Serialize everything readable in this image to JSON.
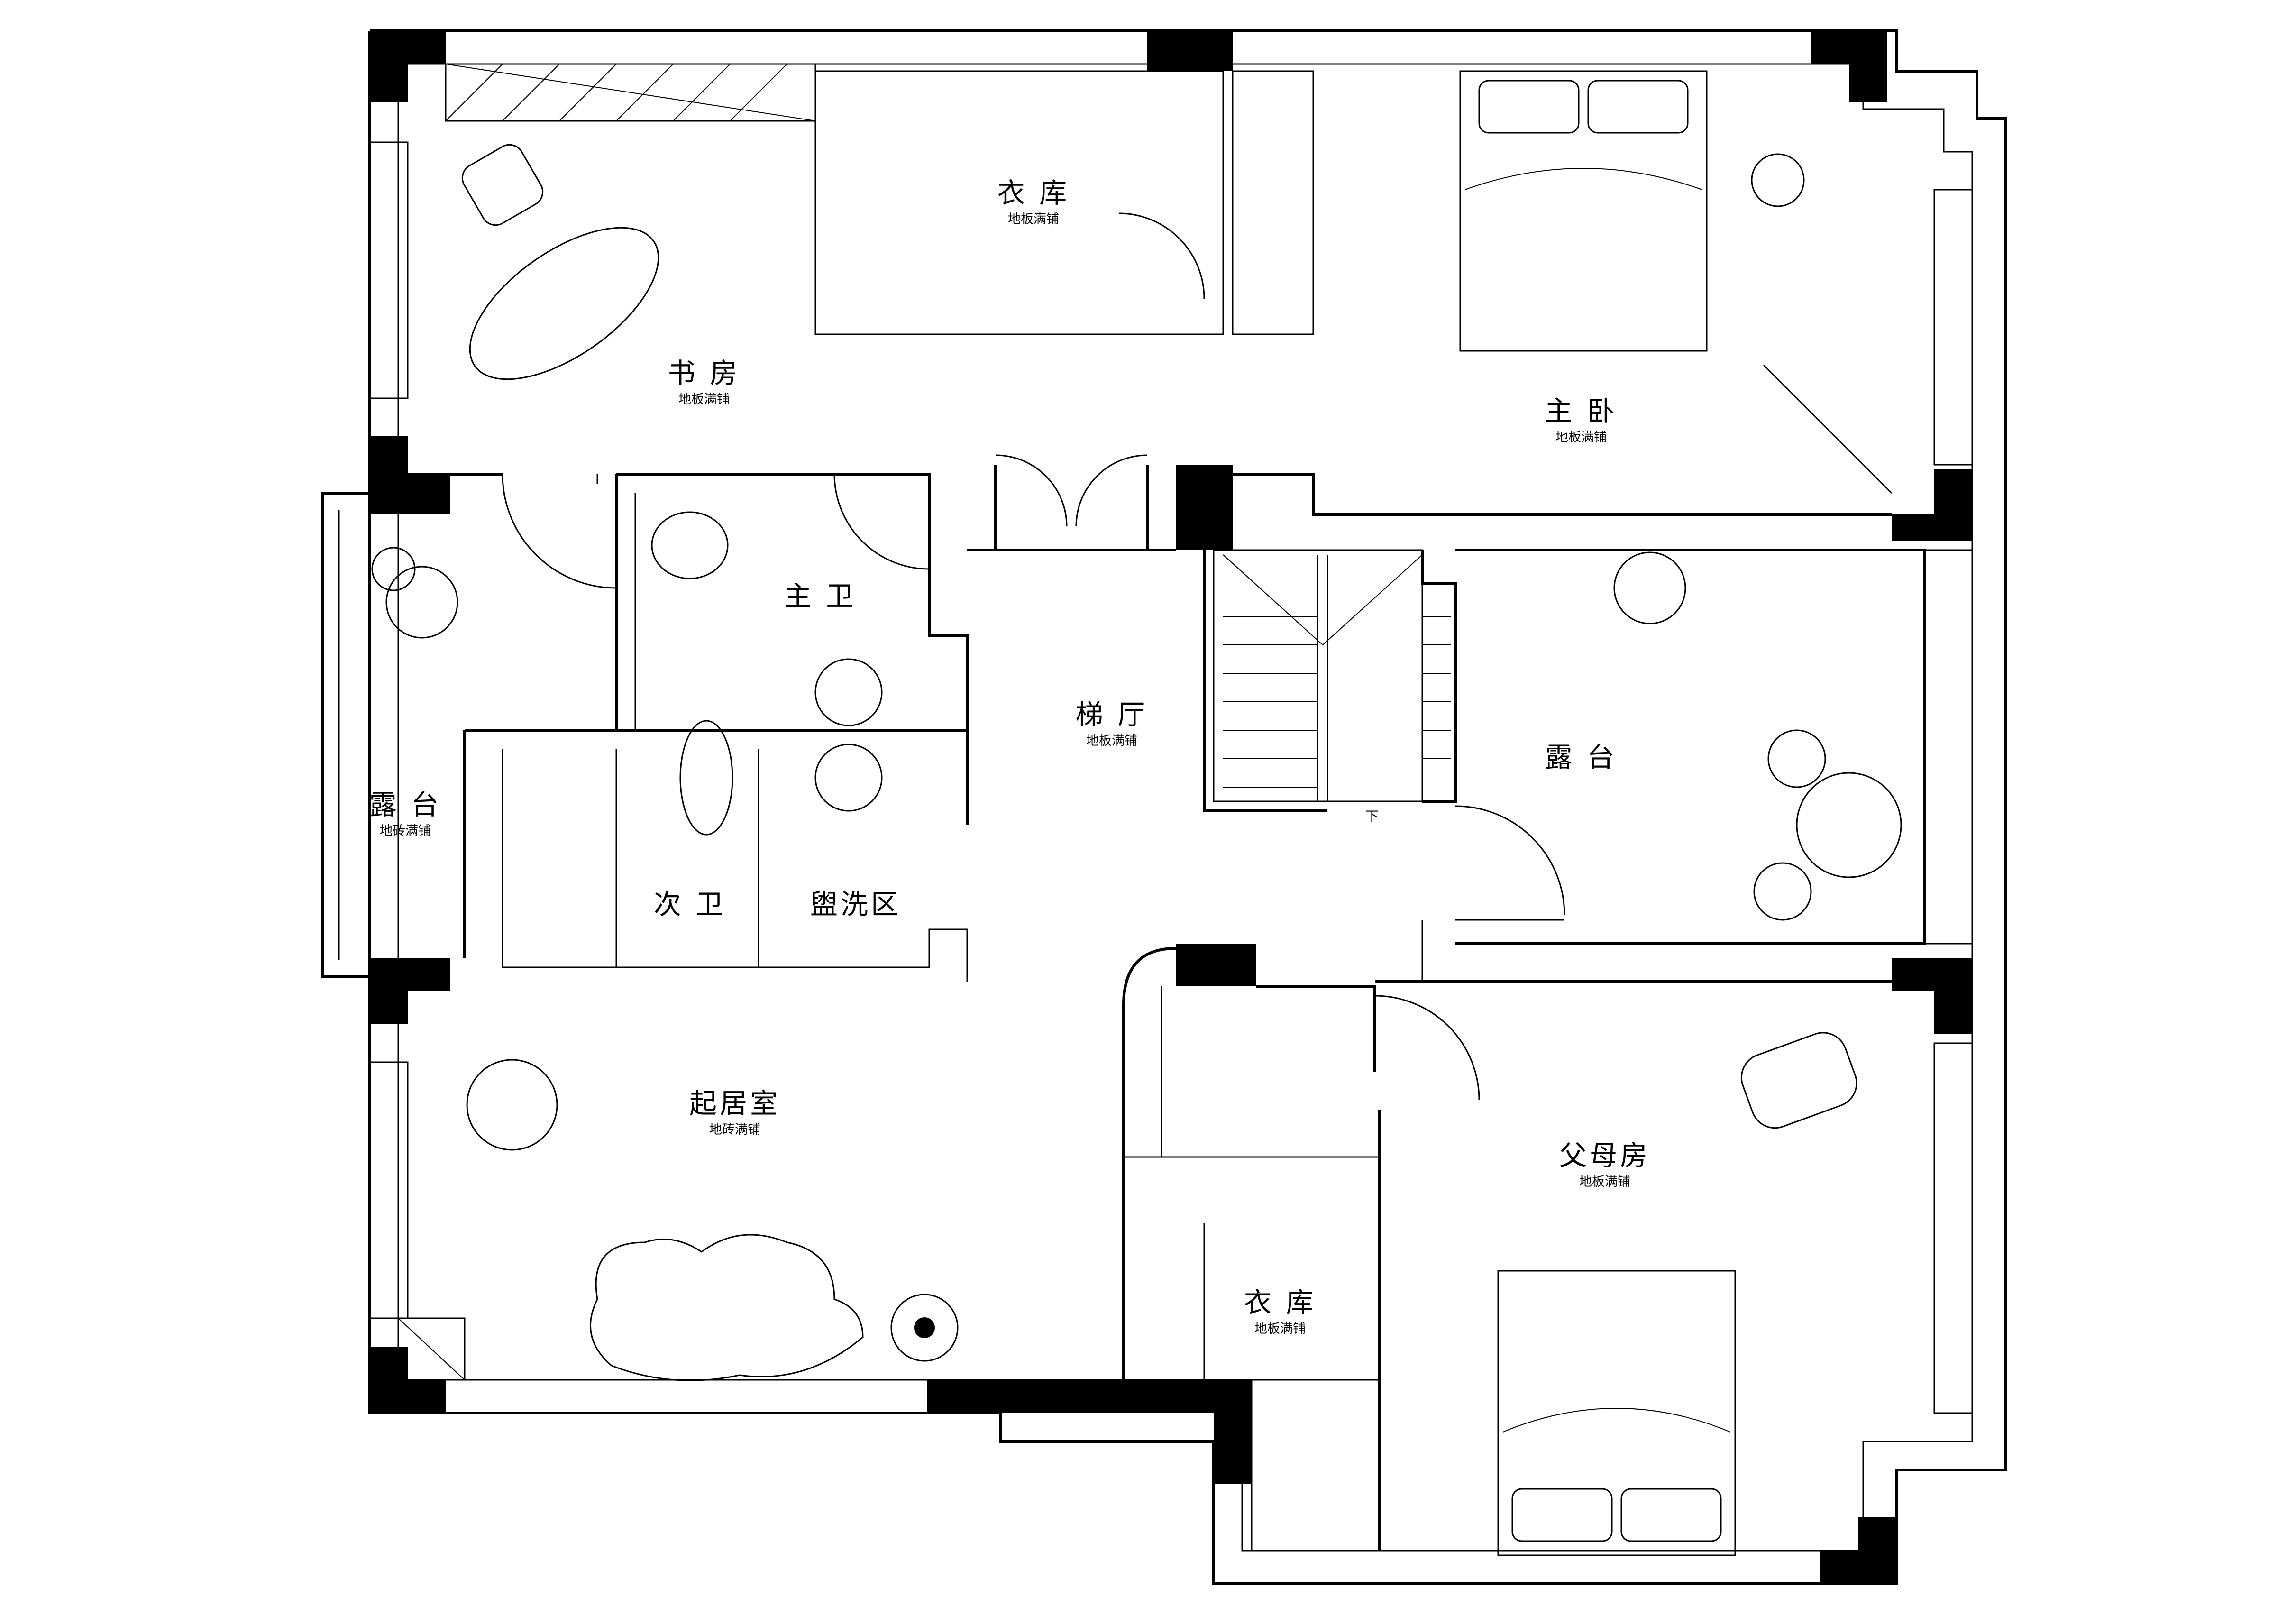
{
  "rooms": {
    "study": {
      "name": "书 房",
      "floor": "地板满铺"
    },
    "closet_top": {
      "name": "衣 库",
      "floor": "地板满铺"
    },
    "master_bedroom": {
      "name": "主 卧",
      "floor": "地板满铺"
    },
    "master_bath": {
      "name": "主 卫"
    },
    "stair_hall": {
      "name": "梯 厅",
      "floor": "地板满铺"
    },
    "terrace_left": {
      "name": "露 台",
      "floor": "地砖满铺"
    },
    "terrace_right": {
      "name": "露 台"
    },
    "second_bath": {
      "name": "次 卫"
    },
    "washing_area": {
      "name": "盥洗区"
    },
    "living_room": {
      "name": "起居室",
      "floor": "地砖满铺"
    },
    "parents_room": {
      "name": "父母房",
      "floor": "地板满铺"
    },
    "closet_bottom": {
      "name": "衣 库",
      "floor": "地板满铺"
    }
  },
  "stair": {
    "down_label": "下"
  },
  "colors": {
    "line": "#000000",
    "background": "#ffffff"
  }
}
